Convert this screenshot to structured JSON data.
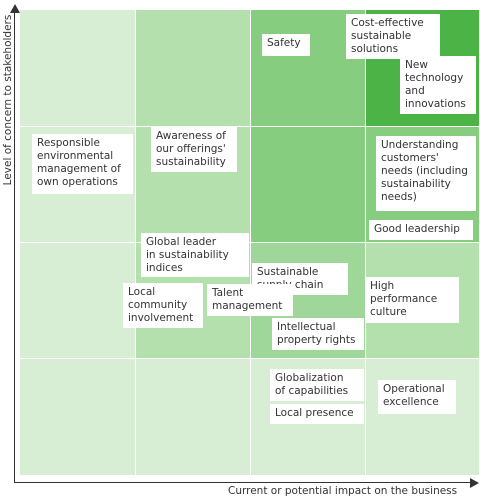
{
  "axes": {
    "x_label": "Current or potential impact on the business",
    "y_label": "Level of concern to stakeholders"
  },
  "colors": {
    "grid_line": "#ffffff",
    "axis": "#333333",
    "shades": [
      "#d7edd4",
      "#b4e0ae",
      "#9fd79a",
      "#86cd80",
      "#4cb447"
    ]
  },
  "matrix": {
    "rows": 4,
    "cols": 4,
    "shading_top_to_bottom": [
      [
        "#d7edd4",
        "#b4e0ae",
        "#86cd80",
        "#4cb447"
      ],
      [
        "#d7edd4",
        "#b4e0ae",
        "#86cd80",
        "#86cd80"
      ],
      [
        "#d7edd4",
        "#b4e0ae",
        "#9fd79a",
        "#b4e0ae"
      ],
      [
        "#d7edd4",
        "#d7edd4",
        "#d7edd4",
        "#d7edd4"
      ]
    ]
  },
  "issues": {
    "safety": "Safety",
    "cost_effective": "Cost-effective\nsustainable\nsolutions",
    "new_technology": "New\ntechnology\nand\ninnovations",
    "responsible_env": "Responsible\nenvironmental\nmanagement of\nown operations",
    "awareness": "Awareness of\nour offerings'\nsustainability",
    "understanding": "Understanding\ncustomers'\nneeds (including\nsustainability\nneeds)",
    "good_leadership": "Good leadership",
    "global_leader": "Global leader\nin sustainability\nindices",
    "supply_chain": "Sustainable\nsupply chain",
    "local_community": "Local\ncommunity\ninvolvement",
    "talent": "Talent\nmanagement",
    "high_performance": "High\nperformance\nculture",
    "ip_rights": "Intellectual\nproperty rights",
    "globalization": "Globalization\nof capabilities",
    "local_presence": "Local presence",
    "operational": "Operational\nexcellence"
  }
}
